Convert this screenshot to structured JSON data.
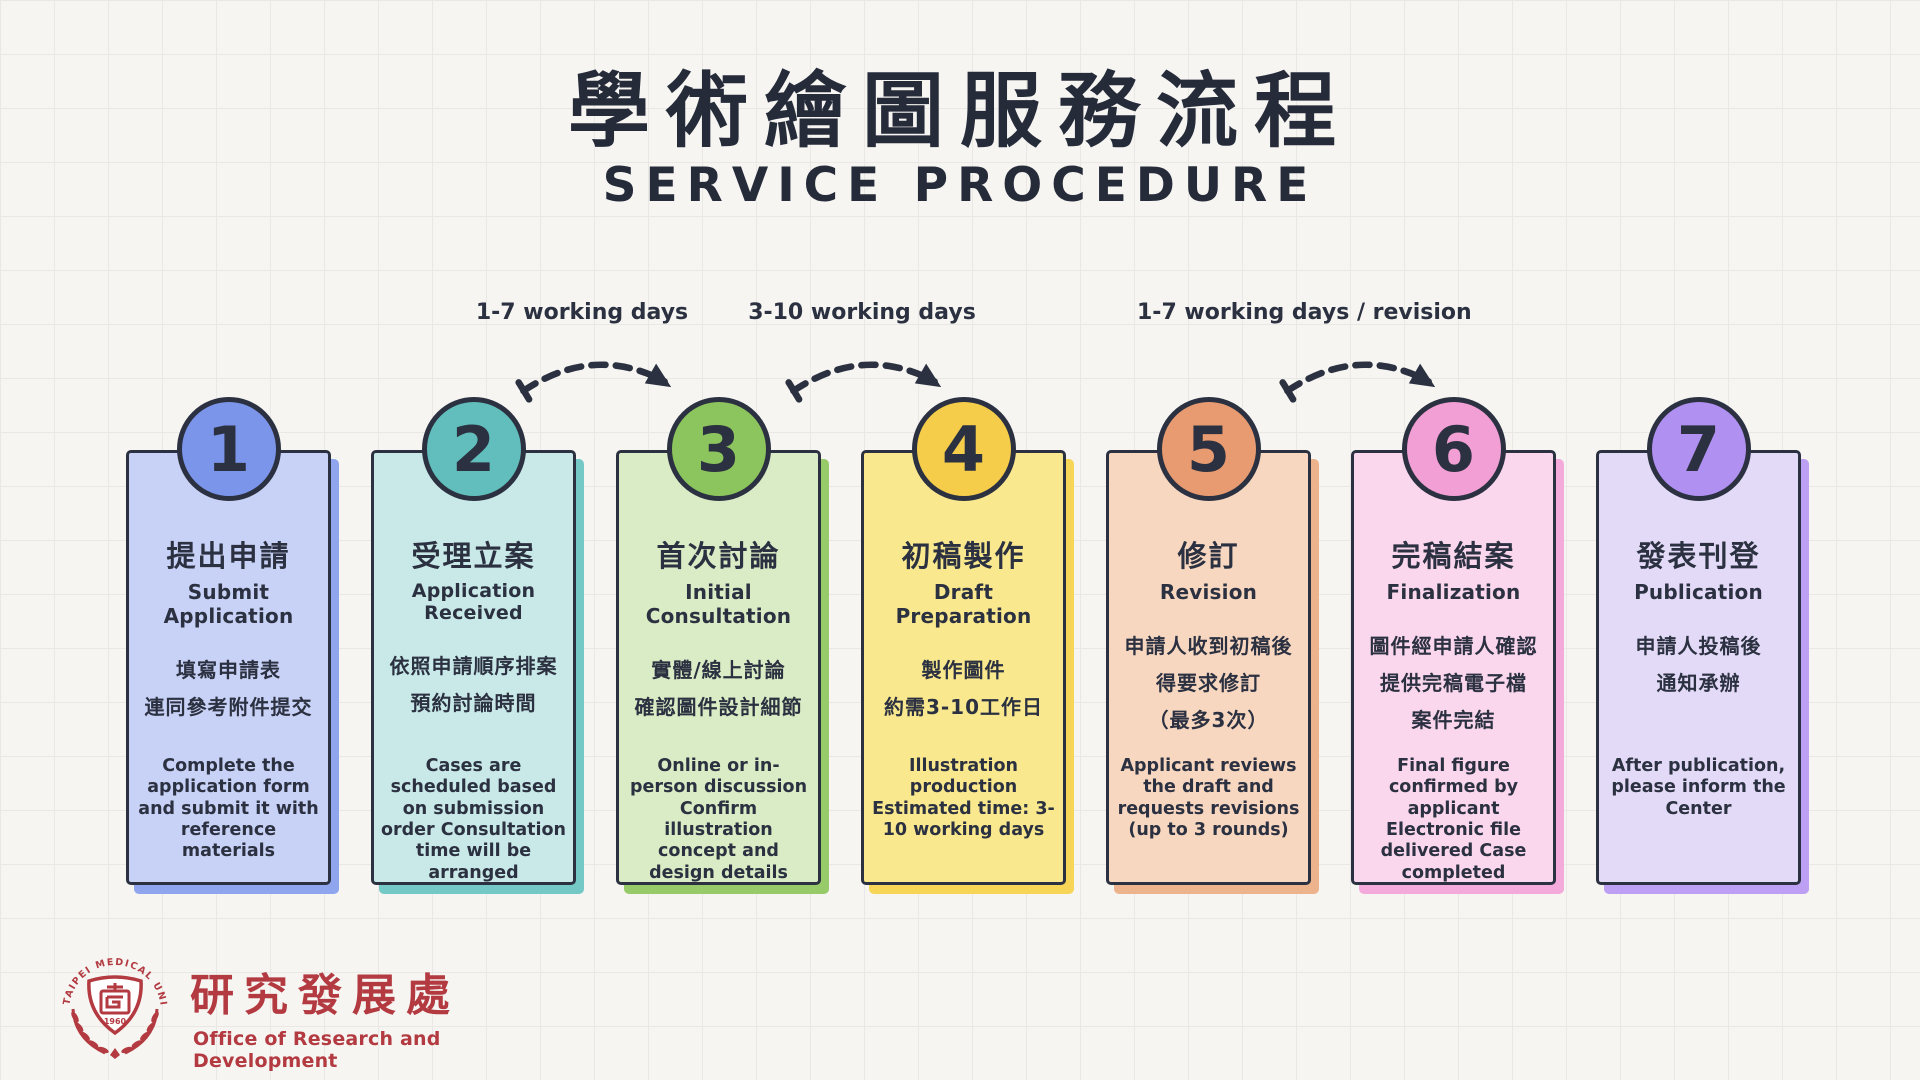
{
  "theme": {
    "ink": "#2b3140",
    "background": "#f6f5f2"
  },
  "header": {
    "title_zh": "學術繪圖服務流程",
    "title_en": "SERVICE PROCEDURE"
  },
  "arrows": [
    {
      "label": "1-7 working days"
    },
    {
      "label": "3-10 working days"
    },
    {
      "label": "1-7 working days / revision"
    }
  ],
  "steps": [
    {
      "number": "1",
      "title_zh": "提出申請",
      "title_en": "Submit Application",
      "desc_zh": "填寫申請表\n連同參考附件提交",
      "desc_en": "Complete the application form and submit it with reference materials",
      "colors": {
        "circle": "#7b95ea",
        "card": "#c8d1f6",
        "shadow": "#8fa6ef"
      }
    },
    {
      "number": "2",
      "title_zh": "受理立案",
      "title_en": "Application Received",
      "desc_zh": "依照申請順序排案\n預約討論時間",
      "desc_en": "Cases are scheduled based on submission order Consultation time will be arranged",
      "colors": {
        "circle": "#62bebc",
        "card": "#c9e9e8",
        "shadow": "#74c8c5"
      }
    },
    {
      "number": "3",
      "title_zh": "首次討論",
      "title_en": "Initial Consultation",
      "desc_zh": "實體/線上討論\n確認圖件設計細節",
      "desc_en": "Online or in-person discussion  Confirm illustration concept and design details",
      "colors": {
        "circle": "#8cc45d",
        "card": "#daecc5",
        "shadow": "#97ca68"
      }
    },
    {
      "number": "4",
      "title_zh": "初稿製作",
      "title_en": "Draft Preparation",
      "desc_zh": "製作圖件\n約需3-10工作日",
      "desc_en": "Illustration production Estimated time: 3-10 working days",
      "colors": {
        "circle": "#f5cd4b",
        "card": "#f9e88d",
        "shadow": "#f6d557"
      }
    },
    {
      "number": "5",
      "title_zh": "修訂",
      "title_en": "Revision",
      "desc_zh": "申請人收到初稿後\n得要求修訂\n（最多3次）",
      "desc_en": "Applicant reviews the draft  and requests revisions\n(up to 3 rounds)",
      "colors": {
        "circle": "#e89b70",
        "card": "#f8d7c1",
        "shadow": "#edb38d"
      }
    },
    {
      "number": "6",
      "title_zh": "完稿結案",
      "title_en": "Finalization",
      "desc_zh": "圖件經申請人確認\n提供完稿電子檔\n案件完結",
      "desc_en": "Final figure confirmed by applicant Electronic file delivered Case completed",
      "colors": {
        "circle": "#f19fd5",
        "card": "#fbd7ee",
        "shadow": "#f4abdc"
      }
    },
    {
      "number": "7",
      "title_zh": "發表刊登",
      "title_en": "Publication",
      "desc_zh": "申請人投稿後\n通知承辦",
      "desc_en": "After publication,\nplease inform the Center",
      "colors": {
        "circle": "#b090f0",
        "card": "#e3daf8",
        "shadow": "#bd9ff3"
      }
    }
  ],
  "footer": {
    "university": "TAIPEI MEDICAL UNIVERSITY",
    "year": "1960",
    "org_zh": "研究發展處",
    "org_en": "Office of Research and Development",
    "brand_color": "#b23a40"
  }
}
